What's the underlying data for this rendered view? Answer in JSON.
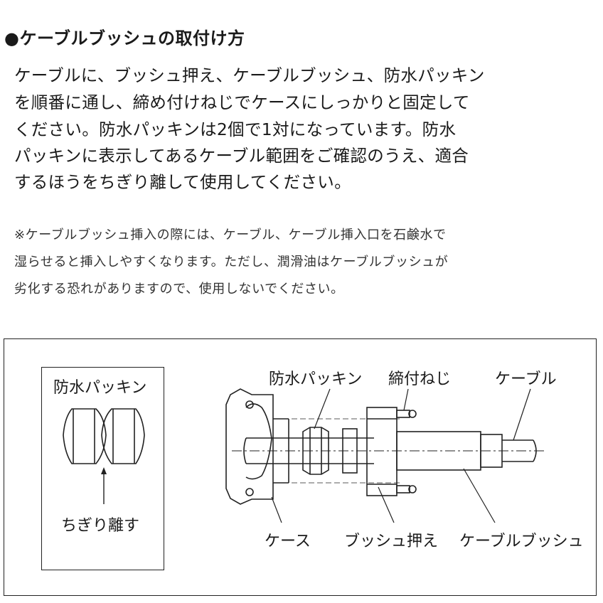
{
  "title": "●ケーブルブッシュの取付け方",
  "body_lines": [
    "ケーブルに、ブッシュ押え、ケーブルブッシュ、防水パッキン",
    "を順番に通し、締め付けねじでケースにしっかりと固定して",
    "ください。防水パッキンは2個で1対になっています。防水",
    "パッキンに表示してあるケーブル範囲をご確認のうえ、適合",
    "するほうをちぎり離して使用してください。"
  ],
  "note_lines": [
    "※ケーブルブッシュ挿入の際には、ケーブル、ケーブル挿入口を石鹸水で",
    "湿らせると挿入しやすくなります。ただし、潤滑油はケーブルブッシュが",
    "劣化する恐れがありますので、使用しないでください。"
  ],
  "diagram": {
    "inset_title": "防水パッキン",
    "inset_caption": "ちぎり離す",
    "labels": {
      "packing": "防水パッキン",
      "screw": "締付ねじ",
      "cable": "ケーブル",
      "case": "ケース",
      "bush_holder": "ブッシュ押え",
      "cable_bush": "ケーブルブッシュ"
    }
  }
}
